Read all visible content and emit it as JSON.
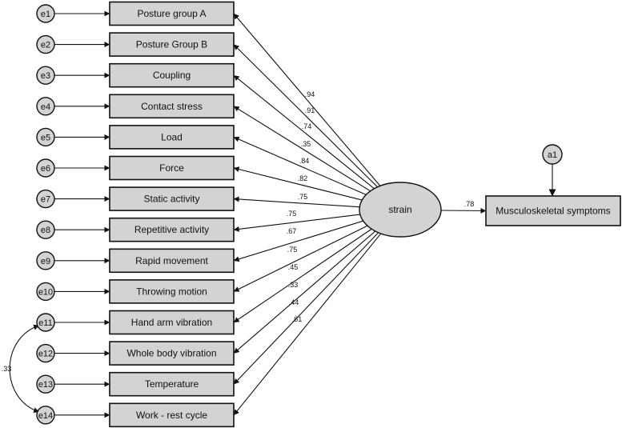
{
  "indicators": [
    {
      "error": "e1",
      "label": "Posture group A"
    },
    {
      "error": "e2",
      "label": "Posture Group B"
    },
    {
      "error": "e3",
      "label": "Coupling"
    },
    {
      "error": "e4",
      "label": "Contact stress"
    },
    {
      "error": "e5",
      "label": "Load"
    },
    {
      "error": "e6",
      "label": "Force"
    },
    {
      "error": "e7",
      "label": "Static activity"
    },
    {
      "error": "e8",
      "label": "Repetitive activity"
    },
    {
      "error": "e9",
      "label": "Rapid movement"
    },
    {
      "error": "e10",
      "label": "Throwing motion"
    },
    {
      "error": "e11",
      "label": "Hand arm vibration"
    },
    {
      "error": "e12",
      "label": "Whole body vibration"
    },
    {
      "error": "e13",
      "label": "Temperature"
    },
    {
      "error": "e14",
      "label": "Work - rest cycle"
    }
  ],
  "loadings": [
    ".94",
    ".91",
    ".74",
    ".35",
    ".84",
    ".82",
    ".75",
    ".75",
    ".67",
    ".75",
    ".45",
    ".33",
    ".44",
    ".61"
  ],
  "latent": {
    "label": "strain"
  },
  "outcome": {
    "label": "Musculoskeletal symptoms",
    "error": "a1",
    "path_coefficient": ".78"
  },
  "covariance": {
    "from": "e11",
    "to": "e14",
    "value": ".33"
  }
}
